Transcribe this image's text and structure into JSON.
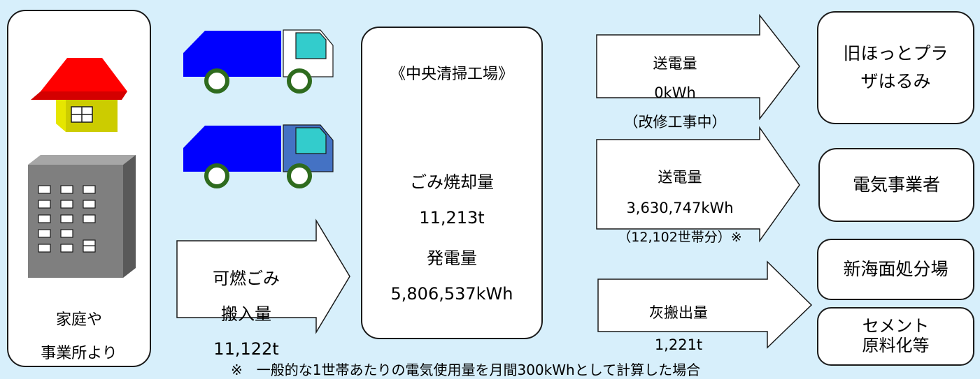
{
  "source": {
    "label_line1": "家庭や",
    "label_line2": "事業所より"
  },
  "intake_arrow": {
    "line1": "可燃ごみ",
    "line2": "搬入量",
    "line3": "11,122t"
  },
  "factory": {
    "title": "《中央清掃工場》",
    "incineration_label": "ごみ焼却量",
    "incineration_value": "11,213t",
    "generation_label": "発電量",
    "generation_value": "5,806,537kWh"
  },
  "outputs": [
    {
      "line1": "送電量",
      "line2": "0kWh",
      "line3": "（改修工事中）",
      "destination": "旧ほっとプラザはるみ"
    },
    {
      "line1": "送電量",
      "line2": "3,630,747kWh",
      "line3": "（12,102世帯分）※",
      "destination": "電気事業者"
    },
    {
      "line1": "灰搬出量",
      "line2": "1,221t",
      "line3": "",
      "destination": "新海面処分場"
    }
  ],
  "extra_destination": {
    "line1": "セメント",
    "line2": "原料化等"
  },
  "footnote": "※　一般的な1世帯あたりの電気使用量を月間300kWhとして計算した場合",
  "colors": {
    "background": "#d7effb",
    "truck_blue": "#0000ff",
    "truck_cab_alt": "#4472c4",
    "truck_window": "#33cccc",
    "wheel_outline": "#2e6b1e",
    "roof_red": "#ff0000",
    "house_wall": "#e6e600",
    "building_gray": "#7f7f7f"
  },
  "icons": [
    "house-icon",
    "office-building-icon",
    "truck-icon",
    "arrow-icon"
  ]
}
